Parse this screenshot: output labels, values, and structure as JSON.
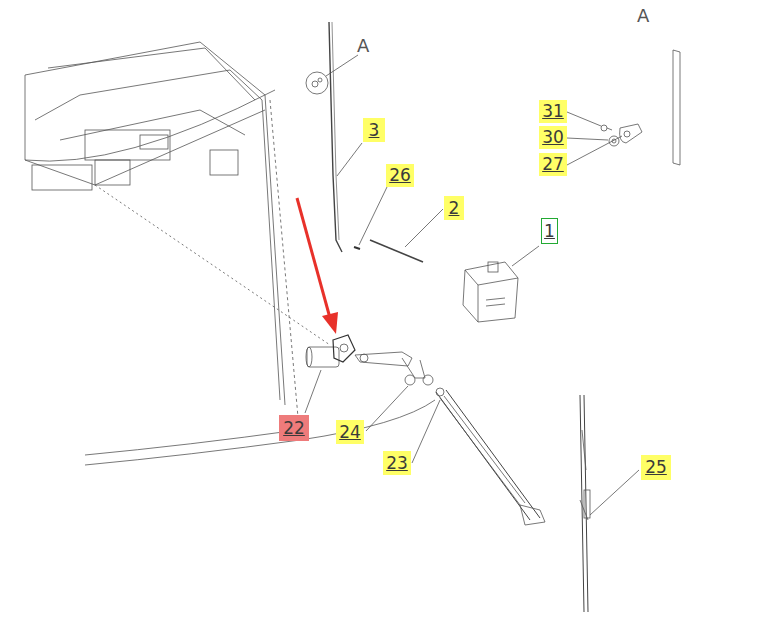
{
  "diagram": {
    "nodes": [
      {
        "text": [
          "31"
        ]
      },
      {
        "text": [
          "3"
        ]
      },
      {
        "text": [
          "30"
        ]
      },
      {
        "text": [
          "27"
        ]
      },
      {
        "text": [
          "26"
        ]
      },
      {
        "text": [
          "2"
        ]
      },
      {
        "text": [
          "1"
        ]
      },
      {
        "text": [
          "22"
        ]
      },
      {
        "text": [
          "24"
        ]
      },
      {
        "text": [
          "23"
        ]
      },
      {
        "text": [
          "25"
        ]
      }
    ],
    "labels": [
      "A",
      "A"
    ]
  }
}
